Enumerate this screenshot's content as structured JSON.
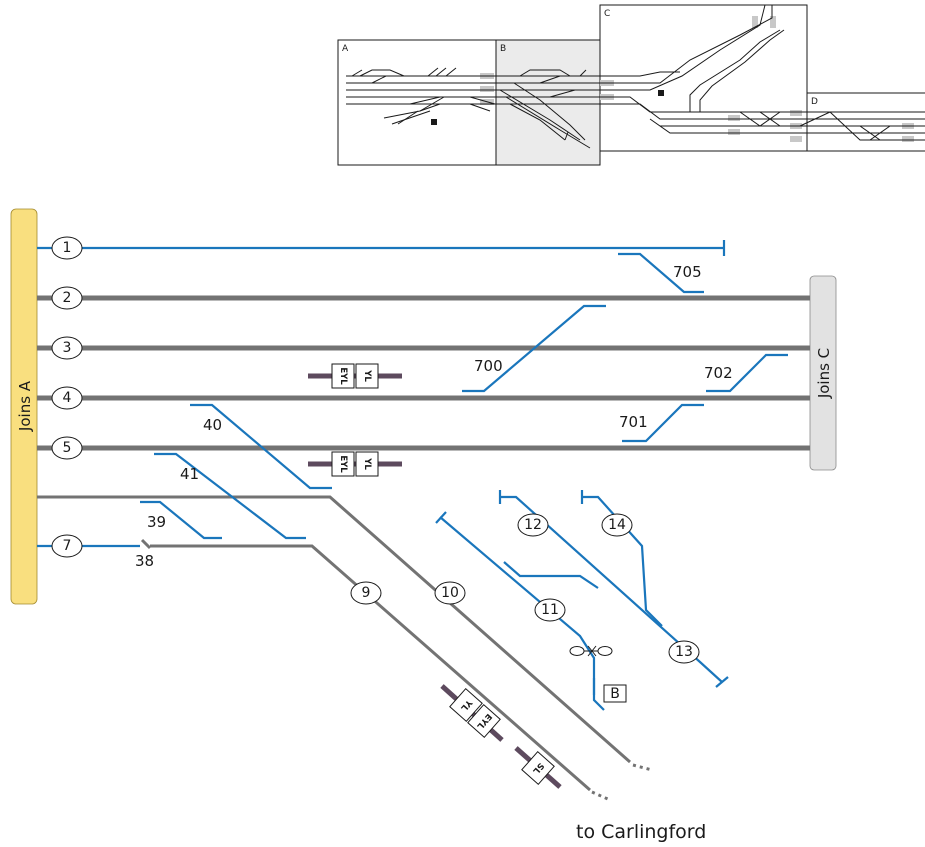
{
  "colors": {
    "signal_line": "#1a76bc",
    "track": "#737373",
    "join_a": "#f9df7f",
    "join_c": "#e2e2e2",
    "bar": "#5d4a5e",
    "key_shade": "#ebebeb"
  },
  "key_map": {
    "a": "A",
    "b": "B",
    "c": "C",
    "d": "D"
  },
  "joins": {
    "a": "Joins A",
    "c": "Joins C"
  },
  "tracks": {
    "t1": "1",
    "t2": "2",
    "t3": "3",
    "t4": "4",
    "t5": "5",
    "t7": "7",
    "t9": "9",
    "t10": "10",
    "t11": "11",
    "t12": "12",
    "t13": "13",
    "t14": "14"
  },
  "signals": {
    "s705": "705",
    "s700": "700",
    "s702": "702",
    "s701": "701",
    "s40": "40",
    "s41": "41",
    "s39": "39",
    "s38": "38"
  },
  "platform_signs": {
    "eyl": "EYL",
    "yl": "YL",
    "sl": "SL"
  },
  "box_b": "B",
  "destination": "to Carlingford"
}
